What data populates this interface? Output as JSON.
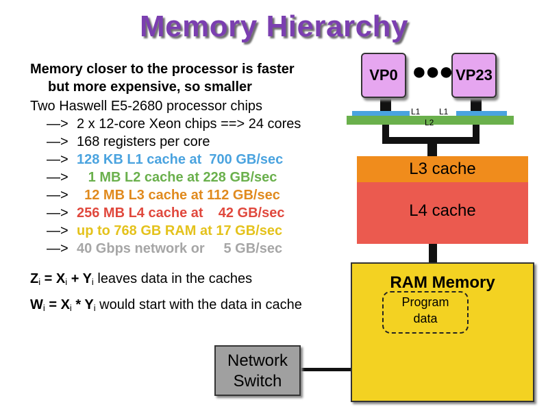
{
  "title": "Memory Hierarchy",
  "text": {
    "line0": "Memory closer to the processor is faster",
    "line1": "but more expensive, so smaller",
    "line2": "Two Haswell E5-2680 processor chips",
    "arrow": "—>",
    "line3": "2 x 12-core Xeon chips ==> 24 cores",
    "line4": "168 registers per core",
    "line5": "128 KB L1 cache at  700 GB/sec",
    "line6": "   1 MB L2 cache at 228 GB/sec",
    "line7": "  12 MB L3 cache at 112 GB/sec",
    "line8": "256 MB L4 cache at    42 GB/sec",
    "line9": "up to 768 GB RAM at 17 GB/sec",
    "line10": "40 Gbps network or     5 GB/sec"
  },
  "colors": {
    "title": "#7b3fb0",
    "l1": "#4aa3df",
    "l2": "#6ab04c",
    "l3": "#e08a1e",
    "l4": "#e0483d",
    "ram": "#e4c21c",
    "network": "#a6a6a6"
  },
  "equations": {
    "eq1": {
      "Z": "Z",
      "X": "X",
      "Y": "Y",
      "sub": "i",
      "op1": " = ",
      "op2": " + ",
      "rest": " leaves data in the caches"
    },
    "eq2": {
      "W": "W",
      "X": "X",
      "Y": "Y",
      "sub": "i",
      "op1": " = ",
      "op2": " * ",
      "rest": " would start with the data in cache"
    }
  },
  "diagram": {
    "vp0": "VP0",
    "vp23": "VP23",
    "dots": "●●●",
    "l1_left": "L1",
    "l1_right": "L1",
    "l2": "L2",
    "l3": "L3 cache",
    "l4": "L4 cache",
    "ram": "RAM Memory",
    "program_line1": "Program",
    "program_line2": "data",
    "network_line1": "Network",
    "network_line2": "Switch"
  }
}
